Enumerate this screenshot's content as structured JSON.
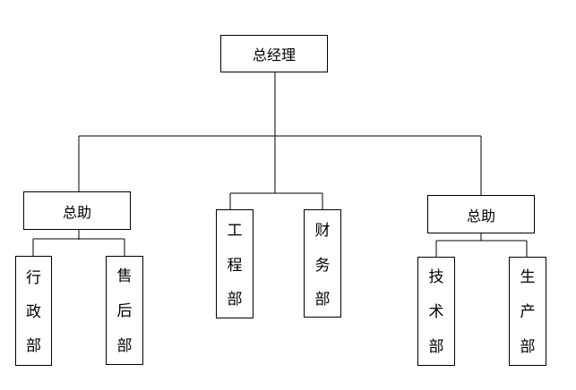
{
  "org": {
    "ceo": "总经理",
    "assistant_left": "总助",
    "assistant_right": "总助",
    "dept_admin": [
      "行",
      "政",
      "部"
    ],
    "dept_aftersales": [
      "售",
      "后",
      "部"
    ],
    "dept_engineering": [
      "工",
      "程",
      "部"
    ],
    "dept_finance": [
      "财",
      "务",
      "部"
    ],
    "dept_tech": [
      "技",
      "术",
      "部"
    ],
    "dept_production": [
      "生",
      "产",
      "部"
    ]
  }
}
